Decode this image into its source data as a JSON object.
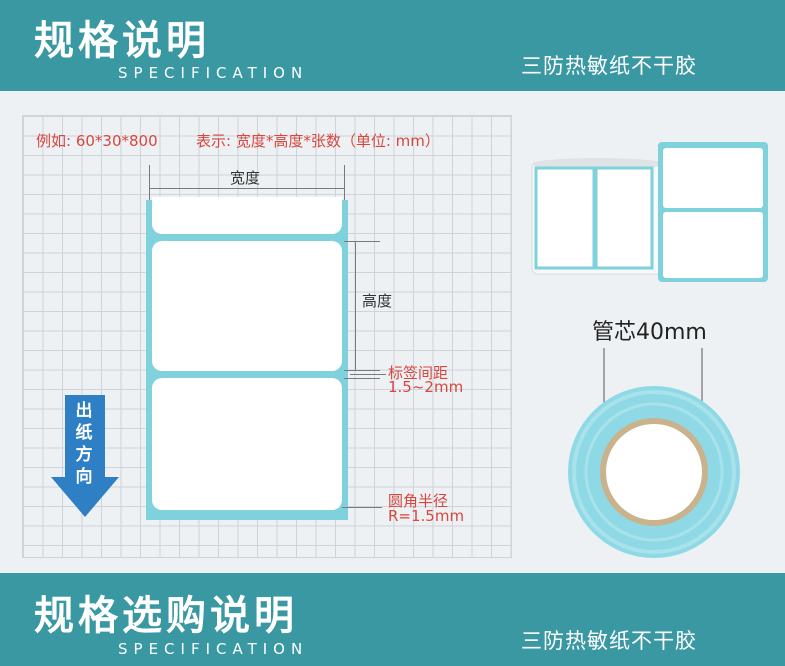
{
  "header": {
    "title": "规格说明",
    "subtitle": "SPECIFICATION",
    "tag": "三防热敏纸不干胶"
  },
  "example": {
    "sample": "例如: 60*30*800",
    "legend": "表示: 宽度*高度*张数（单位: mm）"
  },
  "diagram": {
    "width_label": "宽度",
    "height_label": "高度",
    "gap_label": "标签间距",
    "gap_value": "1.5~2mm",
    "radius_label": "圆角半径",
    "radius_value": "R=1.5mm",
    "direction_label": [
      "出",
      "纸",
      "方",
      "向"
    ]
  },
  "roll": {
    "core_label": "管芯40mm"
  },
  "footer": {
    "title": "规格选购说明",
    "subtitle": "SPECIFICATION",
    "tag": "三防热敏纸不干胶"
  },
  "colors": {
    "band": "#3a98a3",
    "arrow": "#2f7fc4",
    "accent_red": "#d8473e",
    "label_backing": "#7fd1dc"
  }
}
